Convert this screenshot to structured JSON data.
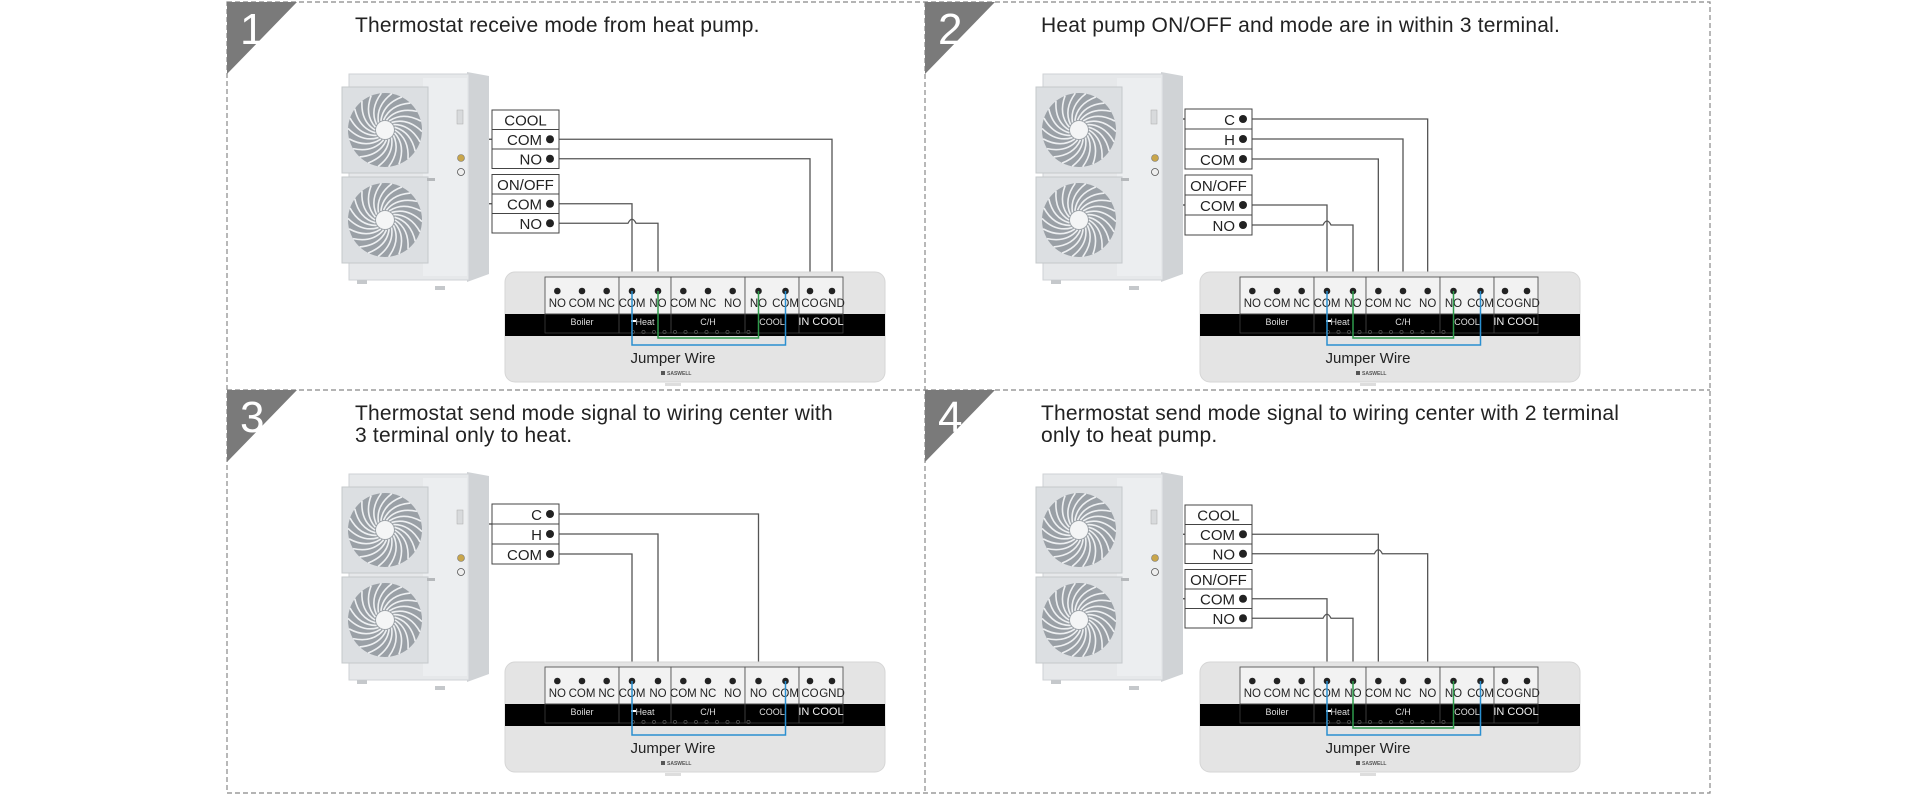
{
  "colors": {
    "panel_border": "#888888",
    "number_badge": "#7a7a7a",
    "wire": "#555555",
    "jumper_blue": "#2a8fd0",
    "jumper_green": "#2e9a4a",
    "wiring_center_body": "#e6e6e6",
    "wiring_center_band": "#000000"
  },
  "panels": [
    {
      "number": "1",
      "title_lines": [
        "Thermostat receive mode from heat pump."
      ],
      "terminal_groups": [
        {
          "header": "COOL",
          "rows": [
            "COM",
            "NO"
          ]
        },
        {
          "header": "ON/OFF",
          "rows": [
            "COM",
            "NO"
          ]
        }
      ],
      "jumpers": [
        "blue",
        "green"
      ],
      "jumper_label": "Jumper Wire"
    },
    {
      "number": "2",
      "title_lines": [
        "Heat pump ON/OFF and mode are in within 3 terminal."
      ],
      "terminal_groups": [
        {
          "header": "",
          "rows": [
            "C",
            "H",
            "COM"
          ]
        },
        {
          "header": "ON/OFF",
          "rows": [
            "COM",
            "NO"
          ]
        }
      ],
      "jumpers": [
        "blue",
        "green"
      ],
      "jumper_label": "Jumper Wire"
    },
    {
      "number": "3",
      "title_lines": [
        "Thermostat send mode signal to wiring center with",
        "3 terminal only to heat."
      ],
      "terminal_groups": [
        {
          "header": "",
          "rows": [
            "C",
            "H",
            "COM"
          ]
        }
      ],
      "jumpers": [
        "blue"
      ],
      "jumper_label": "Jumper Wire"
    },
    {
      "number": "4",
      "title_lines": [
        "Thermostat send mode signal to wiring center with 2 terminal",
        "only to heat pump."
      ],
      "terminal_groups": [
        {
          "header": "COOL",
          "rows": [
            "COM",
            "NO"
          ]
        },
        {
          "header": "ON/OFF",
          "rows": [
            "COM",
            "NO"
          ]
        }
      ],
      "jumpers": [
        "blue",
        "green"
      ],
      "jumper_label": "Jumper Wire"
    }
  ],
  "wiring_center": {
    "blocks": [
      {
        "group": "Boiler",
        "terminals": [
          "NO",
          "COM",
          "NC"
        ]
      },
      {
        "group": "Heat",
        "terminals": [
          "COM",
          "NO"
        ]
      },
      {
        "group": "C/H",
        "terminals": [
          "COM",
          "NC",
          "NO"
        ]
      },
      {
        "group": "COOL",
        "terminals": [
          "NO",
          "COM"
        ]
      },
      {
        "group": "IN COOL",
        "terminals": [
          "CO",
          "GND"
        ]
      }
    ],
    "brand": "SASWELL"
  }
}
